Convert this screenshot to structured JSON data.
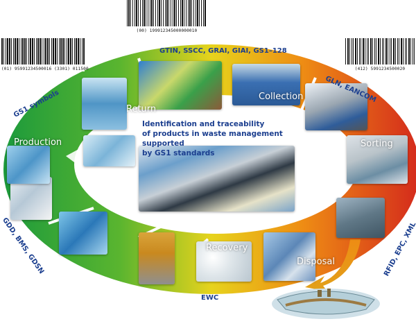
{
  "barcodes": {
    "top": "(00)  199912345000000010",
    "left": "(01)  95991234500016 (3301)  011500",
    "right": "(412)  5991234500020"
  },
  "standards": {
    "top": "GTIN, SSCC, GRAI, GIAI, GS1–128",
    "left": "GS1 symbols",
    "right": "GLN, EANCOM",
    "left_lower": "GDD, BMS, GDSN",
    "right_lower": "RFID, EPC, XML",
    "bottom": "EWC"
  },
  "stages": {
    "return": "Return",
    "collection": "Collection",
    "sorting": "Sorting",
    "production": "Production",
    "recovery": "Recovery",
    "disposal": "Disposal"
  },
  "center": {
    "title_lines": [
      "Identification and traceability",
      "of products in waste management supported",
      "by GS1 standards"
    ]
  },
  "colors": {
    "green": "#1f9a3a",
    "yellow": "#e6d21a",
    "orange": "#ec7a12",
    "red": "#d8281b",
    "text_blue": "#1c3f8f"
  }
}
